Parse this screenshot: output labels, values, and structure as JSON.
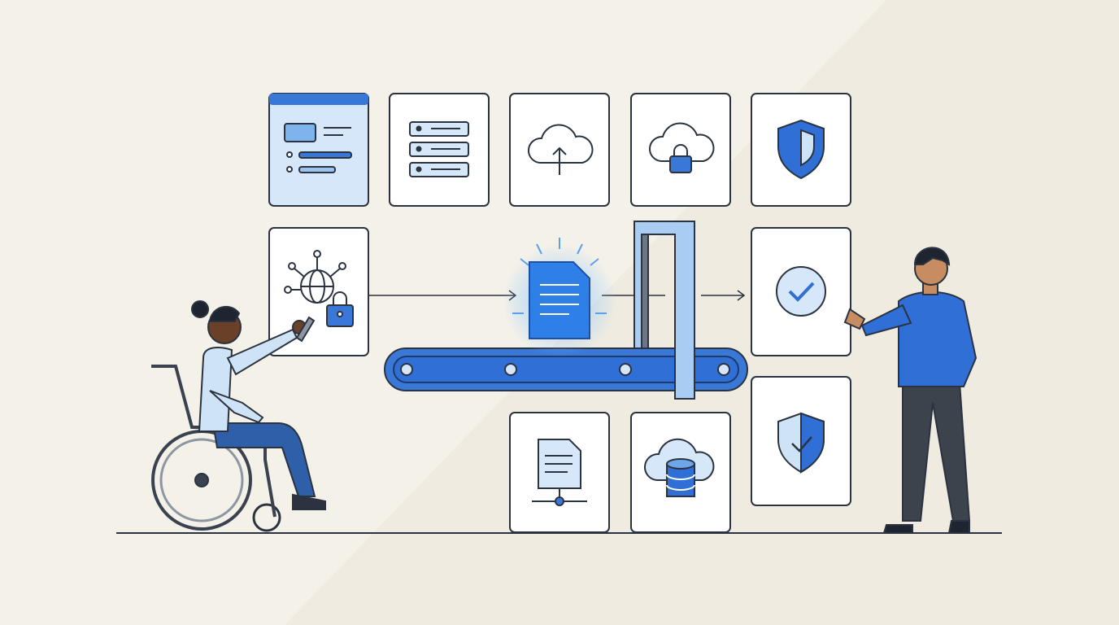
{
  "colors": {
    "background": "#f4f1e9",
    "background_light": "#f8f6f0",
    "outline": "#2b3340",
    "accent_blue": "#2f6fd6",
    "light_blue": "#cfe3f7",
    "tile_fill": "#ffffff"
  },
  "tiles": [
    {
      "icon": "browser-window-icon"
    },
    {
      "icon": "server-stack-icon"
    },
    {
      "icon": "cloud-upload-icon"
    },
    {
      "icon": "cloud-lock-icon"
    },
    {
      "icon": "shield-icon"
    },
    {
      "icon": "network-globe-wrench-lock-icon"
    },
    {
      "icon": "check-circle-icon"
    },
    {
      "icon": "document-network-icon"
    },
    {
      "icon": "cloud-database-icon"
    },
    {
      "icon": "shield-check-icon"
    }
  ],
  "scene": {
    "conveyor": "conveyor-belt",
    "document": "glowing-document-icon",
    "gate": "scanner-gate",
    "people": [
      "person-in-wheelchair",
      "standing-man"
    ]
  }
}
